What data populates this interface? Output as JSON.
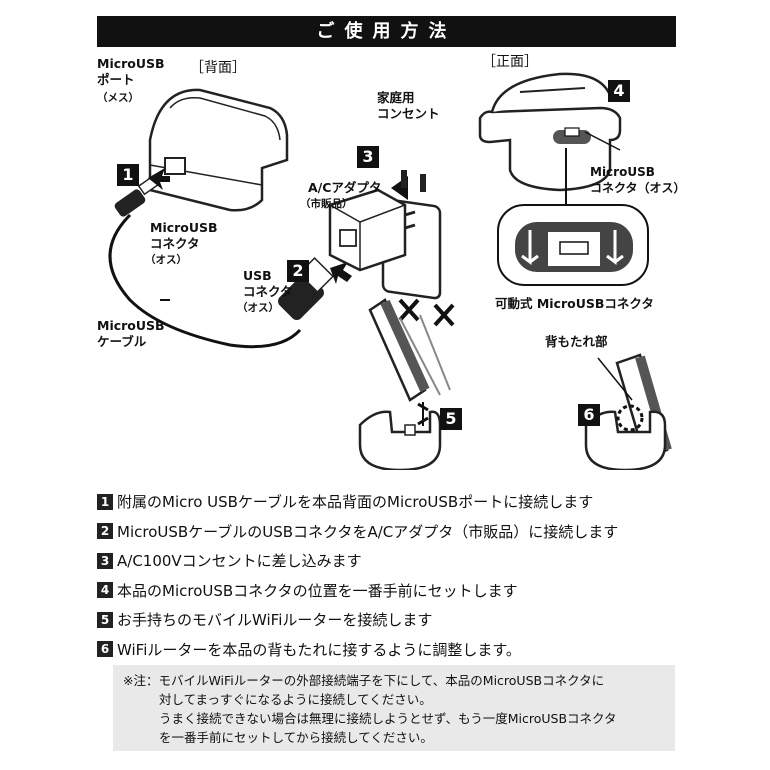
{
  "title": "ご使用方法",
  "figure": {
    "back_label": "［背面］",
    "front_label": "［正面］",
    "microusb_port": "MicroUSB\nポート",
    "female_1": "（メス）",
    "home_outlet": "家庭用\nコンセント",
    "ac_adapter": "A/Cアダプタ",
    "commercial": "（市販品）",
    "microusb_connector": "MicroUSB\nコネクタ",
    "female_2": "（オス）",
    "usb_connector": "USB\nコネクタ",
    "female_3": "（オス）",
    "microusb_cable": "MicroUSB\nケーブル",
    "front_connector": "MicroUSB\nコネクタ（オス）",
    "movable_connector": "可動式 MicroUSBコネクタ",
    "backrest": "背もたれ部",
    "badges": [
      "1",
      "2",
      "3",
      "4",
      "5",
      "6"
    ]
  },
  "steps": [
    {
      "n": "1",
      "text": "附属のMicro USBケーブルを本品背面のMicroUSBポートに接続します"
    },
    {
      "n": "2",
      "text": "MicroUSBケーブルのUSBコネクタをA/Cアダプタ（市販品）に接続します"
    },
    {
      "n": "3",
      "text": "A/C100Vコンセントに差し込みます"
    },
    {
      "n": "4",
      "text": "本品のMicroUSBコネクタの位置を一番手前にセットします"
    },
    {
      "n": "5",
      "text": "お手持ちのモバイルWiFiルーターを接続します"
    },
    {
      "n": "6",
      "text": "WiFiルーターを本品の背もたれに接するように調整します。"
    }
  ],
  "note": {
    "line1": "※注：モバイルWiFiルーターの外部接続端子を下にして、本品のMicroUSBコネクタに",
    "line2": "対してまっすぐになるように接続してください。",
    "line3": "うまく接続できない場合は無理に接続しようとせず、もう一度MicroUSBコネクタ",
    "line4": "を一番手前にセットしてから接続してください。"
  }
}
